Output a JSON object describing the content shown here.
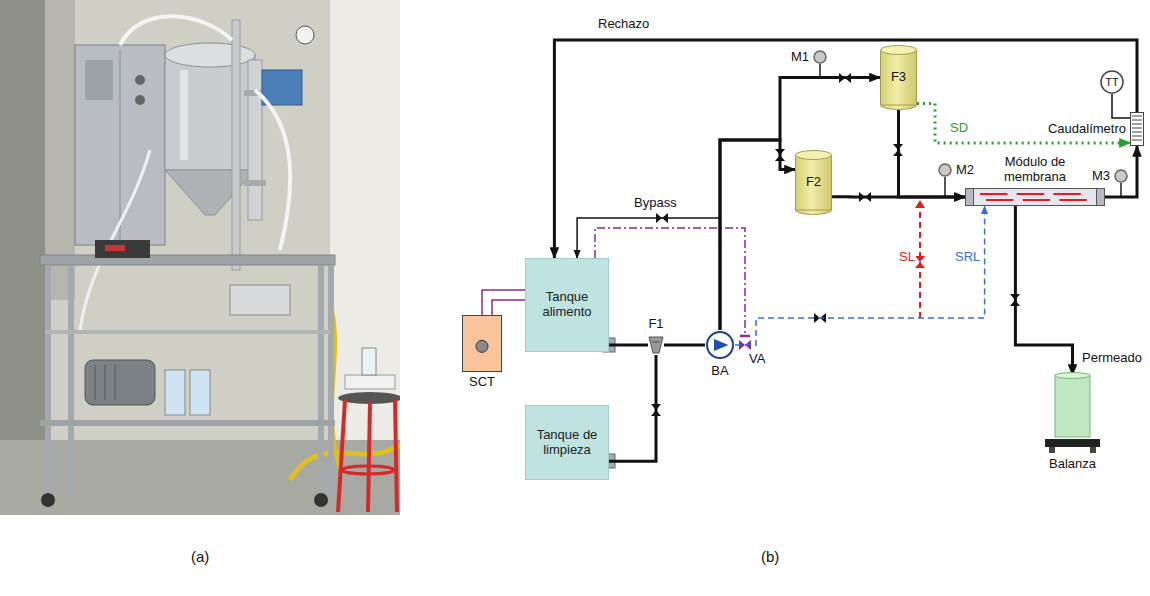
{
  "diagram": {
    "nodes": [
      {
        "text": [
          "SCT"
        ]
      },
      {
        "text": [
          "Tanque alimento"
        ]
      },
      {
        "text": [
          "Tanque de limpieza"
        ]
      },
      {
        "text": [
          "F1"
        ]
      },
      {
        "text": [
          "BA"
        ]
      },
      {
        "text": [
          "M1"
        ]
      },
      {
        "text": [
          "F2"
        ]
      },
      {
        "text": [
          "F3"
        ]
      },
      {
        "text": [
          "M2"
        ]
      },
      {
        "text": [
          "Módulo de membrana"
        ]
      },
      {
        "text": [
          "M3"
        ]
      },
      {
        "text": [
          "TT"
        ]
      },
      {
        "text": [
          "Caudalímetro"
        ]
      },
      {
        "text": [
          "Balanza"
        ]
      }
    ],
    "edges": [
      {
        "from": 0,
        "to": 1,
        "arrow": "none"
      },
      {
        "from": 1,
        "to": 3,
        "arrow": "none"
      },
      {
        "from": 2,
        "to": 3,
        "arrow": "none"
      },
      {
        "from": 3,
        "to": 4,
        "arrow": "none"
      },
      {
        "from": 4,
        "to": 6,
        "arrow": "to"
      },
      {
        "from": 4,
        "to": 7,
        "arrow": "to"
      },
      {
        "from": 6,
        "to": 9,
        "arrow": "to"
      },
      {
        "from": 7,
        "to": 9,
        "arrow": "to"
      },
      {
        "from": 7,
        "to": 12,
        "label": "SD",
        "arrow": "to"
      },
      {
        "from": 9,
        "to": 12,
        "arrow": "to"
      },
      {
        "from": 12,
        "to": 1,
        "label": "Rechazo",
        "arrow": "to"
      },
      {
        "from": 4,
        "to": 1,
        "label": "Bypass",
        "arrow": "to"
      },
      {
        "from": 4,
        "to": 9,
        "label": "SRL",
        "arrow": "to"
      },
      {
        "from": 9,
        "to": 13,
        "label": "Permeado",
        "arrow": "to"
      },
      {
        "from": 11,
        "to": 12,
        "arrow": "none"
      }
    ],
    "labels": [
      "SL",
      "VA",
      "(a)",
      "(b)"
    ]
  }
}
